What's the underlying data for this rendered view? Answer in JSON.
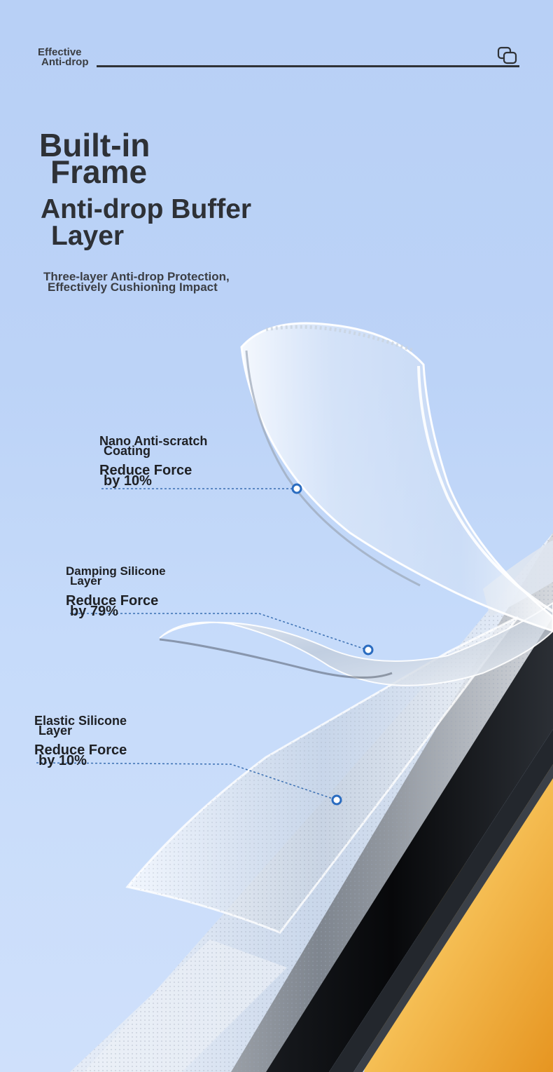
{
  "header": {
    "tag_line1": "Effective",
    "tag_line2": "Anti-drop",
    "icon": "overlapping-squares-icon"
  },
  "title": {
    "line1": "Built-in",
    "line2": "Frame",
    "line3": "Anti-drop Buffer",
    "line4": "Layer"
  },
  "subtitle": {
    "line1": "Three-layer Anti-drop Protection,",
    "line2": "Effectively Cushioning Impact"
  },
  "layers": [
    {
      "name_line1": "Nano Anti-scratch",
      "name_line2": "Coating",
      "force_line1": "Reduce Force",
      "force_line2": "by 10%"
    },
    {
      "name_line1": "Damping Silicone",
      "name_line2": "Layer",
      "force_line1": "Reduce Force",
      "force_line2": "by 79%"
    },
    {
      "name_line1": "Elastic Silicone",
      "name_line2": "Layer",
      "force_line1": "Reduce Force",
      "force_line2": "by 10%"
    }
  ],
  "colors": {
    "background": "#bcd3f7",
    "text": "#2e3136",
    "accent_marker": "#2a6cc0",
    "phone_frame": "#0d0f12",
    "screen_glow": "#f2b03e"
  }
}
